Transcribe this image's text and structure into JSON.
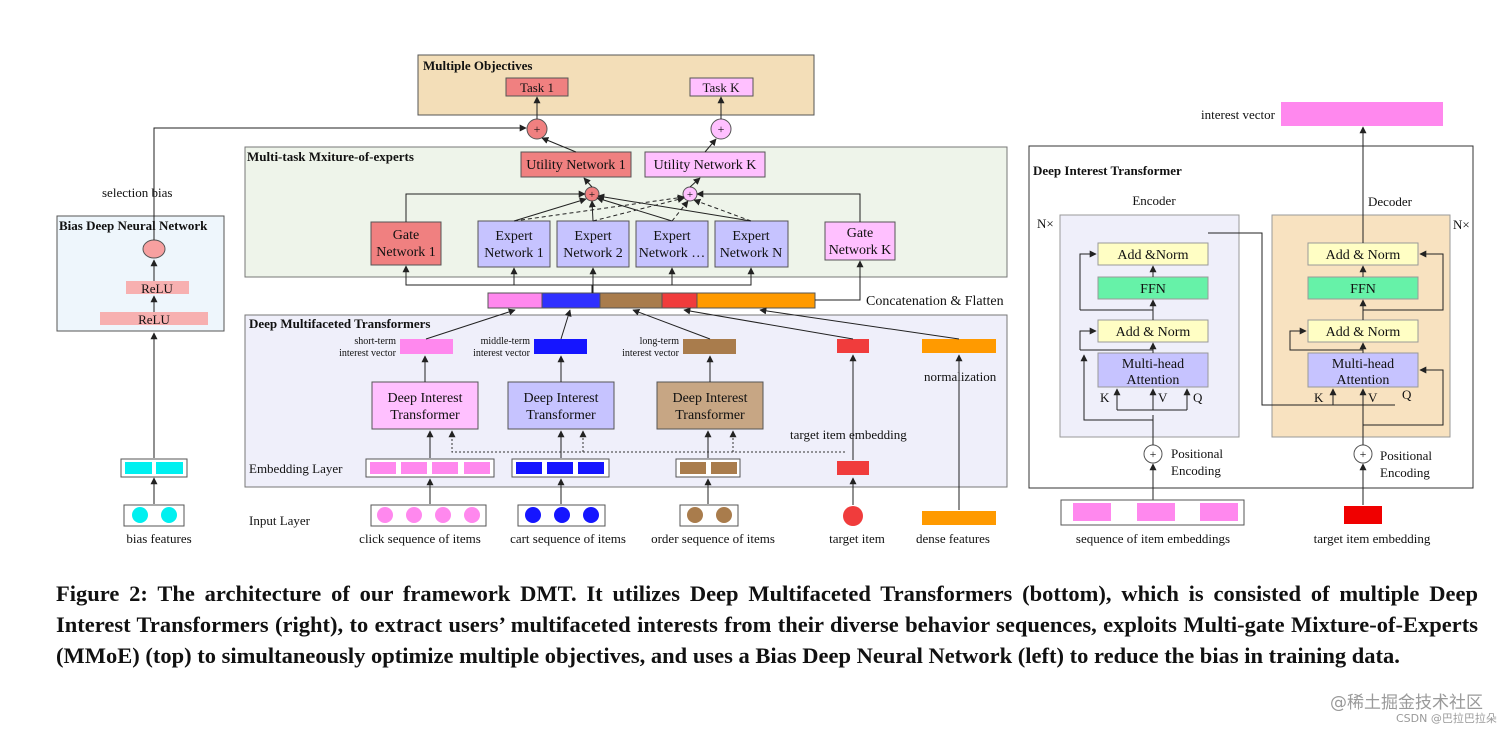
{
  "multiple_objectives": {
    "title": "Multiple Objectives",
    "task1": "Task 1",
    "taskK": "Task K"
  },
  "mmoe": {
    "title": "Multi-task Mxiture-of-experts",
    "utility1": "Utility Network 1",
    "utilityK": "Utility Network  K",
    "gate1": [
      "Gate",
      "Network 1"
    ],
    "gateK": [
      "Gate",
      "Network K"
    ],
    "experts": [
      [
        "Expert",
        "Network 1"
      ],
      [
        "Expert",
        "Network 2"
      ],
      [
        "Expert",
        "Network …"
      ],
      [
        "Expert",
        "Network N"
      ]
    ]
  },
  "plus": "+",
  "concat_label": "Concatenation & Flatten",
  "bias_net": {
    "title": "Bias Deep Neural Network",
    "relu1": "ReLU",
    "relu2": "ReLU",
    "selection_bias": "selection bias",
    "features": "bias features"
  },
  "dmt": {
    "title": "Deep Multifaceted Transformers",
    "short_term": [
      "short-term",
      "interest vector"
    ],
    "middle_term": [
      "middle-term",
      "interest vector"
    ],
    "long_term": [
      "long-term",
      "interest vector"
    ],
    "dit": [
      "Deep Interest",
      "Transformer"
    ],
    "normalization": "normalization",
    "target_item_embedding": "target item embedding",
    "embedding_layer": "Embedding Layer",
    "input_layer": "Input Layer"
  },
  "inputs": {
    "click": "click sequence of items",
    "cart": "cart sequence of items",
    "order": "order sequence of items",
    "target_item": "target item",
    "dense": "dense features"
  },
  "transformer": {
    "interest_vector": "interest vector",
    "title": "Deep Interest Transformer",
    "encoder": "Encoder",
    "decoder": "Decoder",
    "nx": "N×",
    "add_norm_enc": "Add &Norm",
    "add_norm": "Add & Norm",
    "ffn": "FFN",
    "mha": [
      "Multi-head",
      "Attention"
    ],
    "k": "K",
    "v": "V",
    "q": "Q",
    "positional": [
      "Positional",
      "Encoding"
    ],
    "seq_embeddings": "sequence of item embeddings",
    "target_embedding": "target item embedding"
  },
  "caption": "Figure 2: The architecture of our framework DMT. It utilizes Deep Multifaceted Transformers (bottom), which is consisted of multiple Deep Interest Transformers (right), to extract users’ multifaceted interests from their diverse behavior sequences, exploits Multi-gate Mixture-of-Experts (MMoE) (top) to simultaneously optimize multiple objectives, and uses a Bias Deep Neural Network (left) to reduce the bias in training data.",
  "watermark": {
    "line1": "@稀土掘金技术社区",
    "line2": "CSDN @巴拉巴拉朵"
  },
  "colors": {
    "task1": "#f08080",
    "taskK": "#ffc0ff",
    "objectives_bg": "#f3deb8",
    "mmoe_bg": "#eef4ea",
    "expert": "#c6c3ff",
    "dmt_bg": "#efeffa",
    "pink": "#ff88ee",
    "blue": "#1515ff",
    "brown": "#a97c4c",
    "red": "#f03c3c",
    "orange": "#ff9a00",
    "ffn": "#66f2a8",
    "addnorm": "#fffec4",
    "cyan": "#00f0f0"
  }
}
